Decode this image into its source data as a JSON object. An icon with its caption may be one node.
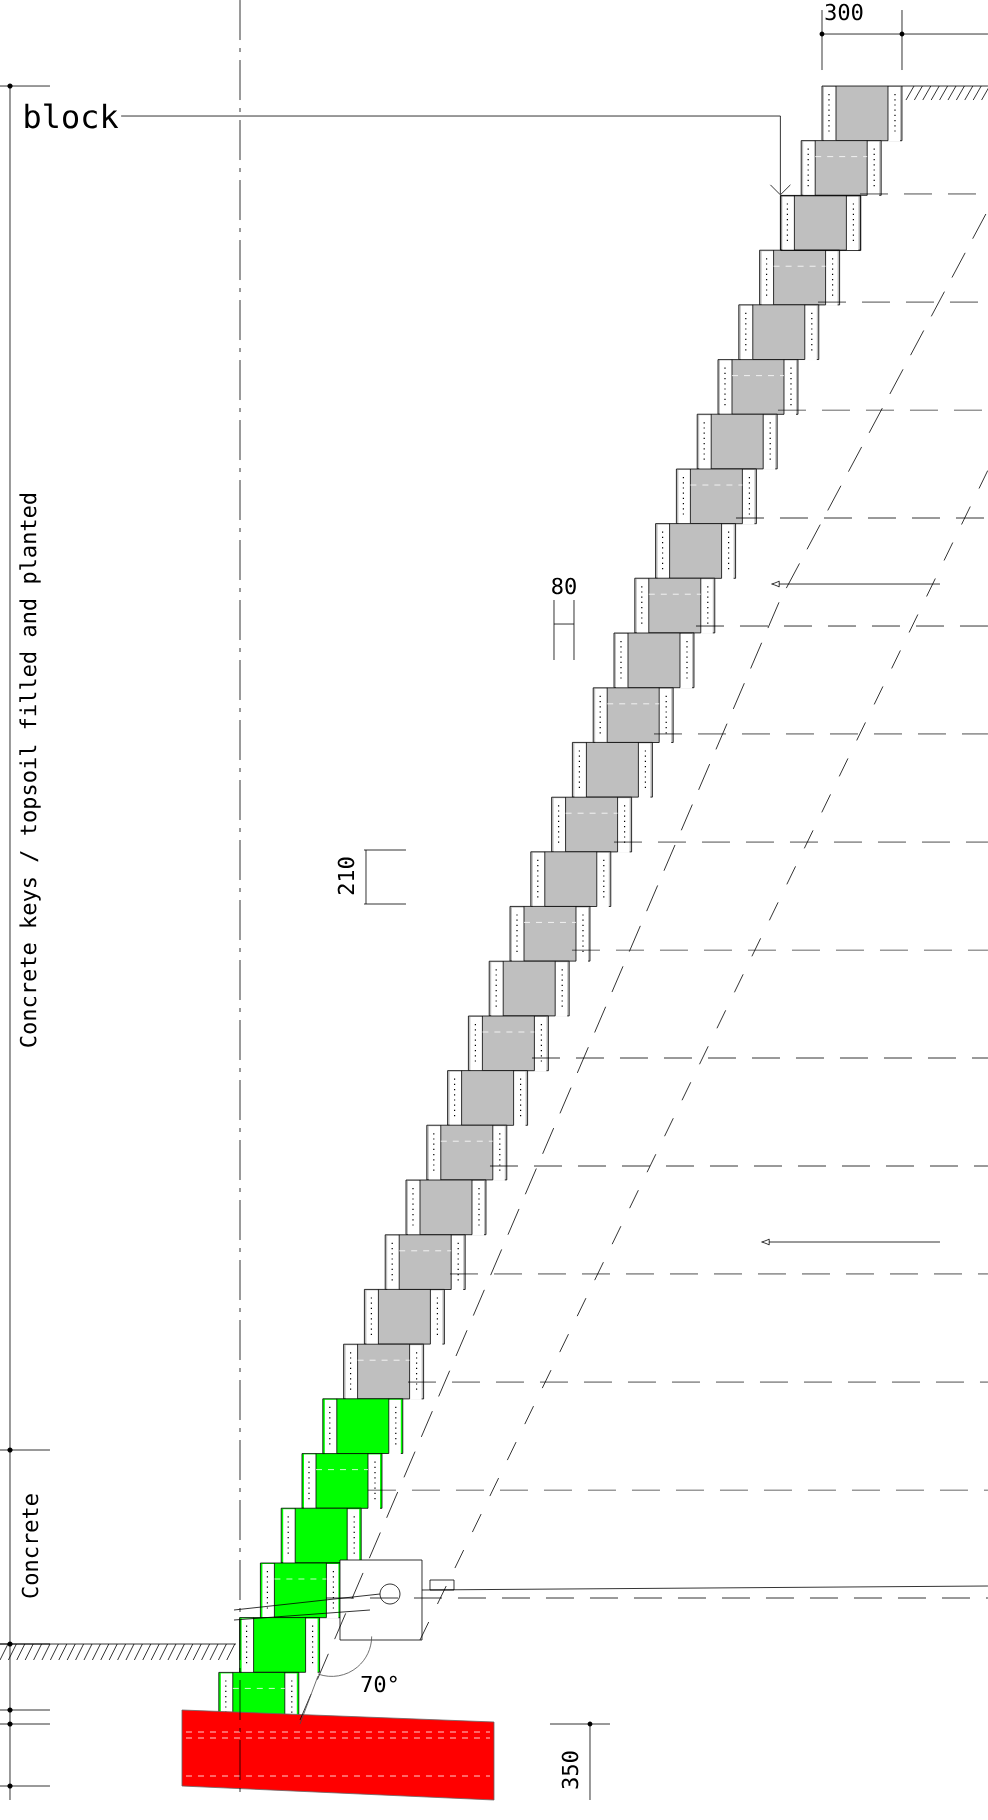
{
  "diagram": {
    "nodes": [
      {
        "text": [
          "block"
        ]
      },
      {
        "text": [],
        "shape": "box"
      }
    ],
    "edges": [
      {
        "from": 0,
        "to": 1,
        "arrow": "to"
      }
    ],
    "labels": [
      "300",
      "80",
      "210",
      "Concrete keys / topsoil filled and planted",
      "Concrete",
      "70°",
      "350"
    ]
  }
}
